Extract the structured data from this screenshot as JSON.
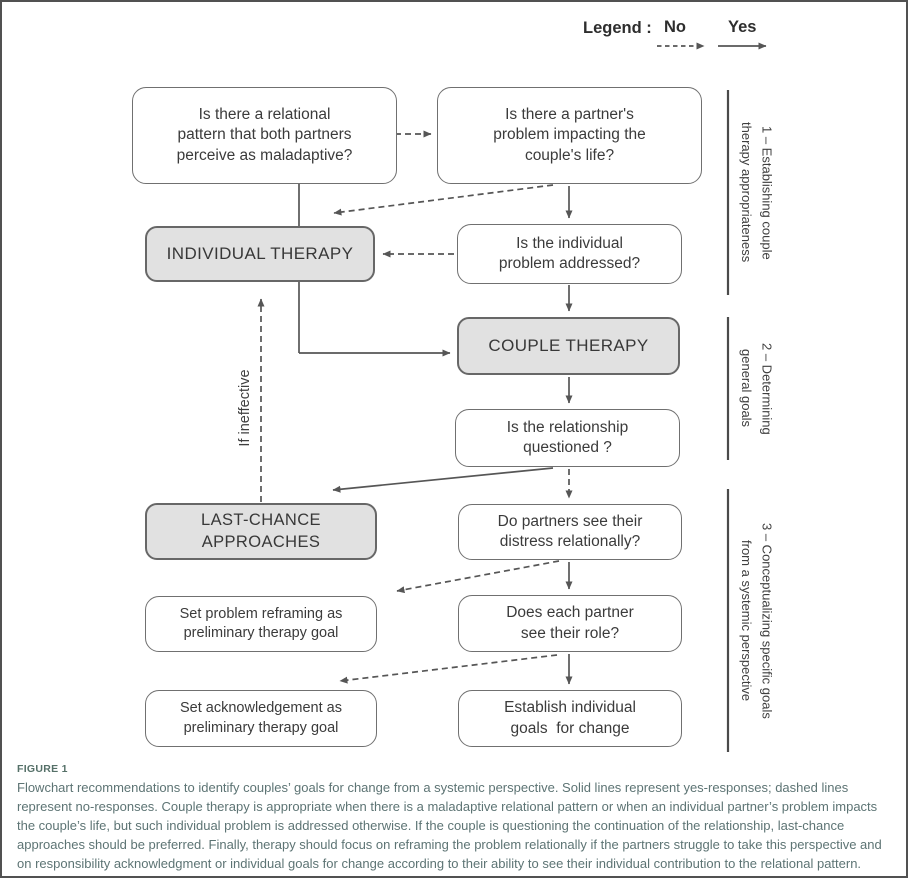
{
  "colors": {
    "action_box_fill": "#e1e1e1",
    "box_border": "#707070",
    "arrow": "#565656",
    "section_bar": "#4b4b4b",
    "box_text": "#3b3b3b",
    "caption_text": "#5d7474",
    "caption_label": "#557068"
  },
  "legend": {
    "label": "Legend :",
    "no_label": "No",
    "yes_label": "Yes"
  },
  "flowchart": {
    "boxes": [
      {
        "id": "relational-pattern",
        "variant": "question",
        "text": "Is there a relational\npattern that both partners\nperceive as maladaptive?"
      },
      {
        "id": "partner-problem",
        "variant": "question",
        "text": "Is there a partner's\nproblem impacting the\ncouple's life?"
      },
      {
        "id": "individual-therapy",
        "variant": "action",
        "text": "INDIVIDUAL THERAPY"
      },
      {
        "id": "individual-problem-addressed",
        "variant": "question",
        "text": "Is the individual\nproblem addressed?"
      },
      {
        "id": "couple-therapy",
        "variant": "action",
        "text": "COUPLE THERAPY"
      },
      {
        "id": "relationship-questioned",
        "variant": "question",
        "text": "Is the relationship\nquestioned ?"
      },
      {
        "id": "last-chance-approaches",
        "variant": "action",
        "text": "LAST-CHANCE\nAPPROACHES"
      },
      {
        "id": "distress-relationally",
        "variant": "question",
        "text": "Do partners see their\ndistress relationally?"
      },
      {
        "id": "set-problem-reframing",
        "variant": "question",
        "text": "Set problem reframing as\npreliminary therapy goal"
      },
      {
        "id": "each-partner-role",
        "variant": "question",
        "text": "Does each partner\nsee their role?"
      },
      {
        "id": "set-acknowledgement",
        "variant": "question",
        "text": "Set acknowledgement as\npreliminary therapy goal"
      },
      {
        "id": "establish-individual-goals",
        "variant": "question",
        "text": "Establish individual\ngoals  for change"
      }
    ],
    "edge_label": "If ineffective",
    "sections": [
      {
        "label": "1 – Establishing couple\ntherapy appropriateness"
      },
      {
        "label": "2 – Determining\ngeneral goals"
      },
      {
        "label": "3 – Conceptualizing specific goals\nfrom a systemic perspective"
      }
    ]
  },
  "caption": {
    "label": "FIGURE 1",
    "text": "Flowchart recommendations to identify couples’ goals for change from a systemic perspective. Solid lines represent yes-responses; dashed lines represent no-responses. Couple therapy is appropriate when there is a maladaptive relational pattern or when an individual partner’s problem impacts the couple’s life, but such individual problem is addressed otherwise. If the couple is questioning the continuation of the relationship, last-chance approaches should be preferred. Finally, therapy should focus on reframing the problem relationally if the partners struggle to take this perspective and on responsibility acknowledgment or individual goals for change according to their ability to see their individual contribution to the relational pattern."
  }
}
